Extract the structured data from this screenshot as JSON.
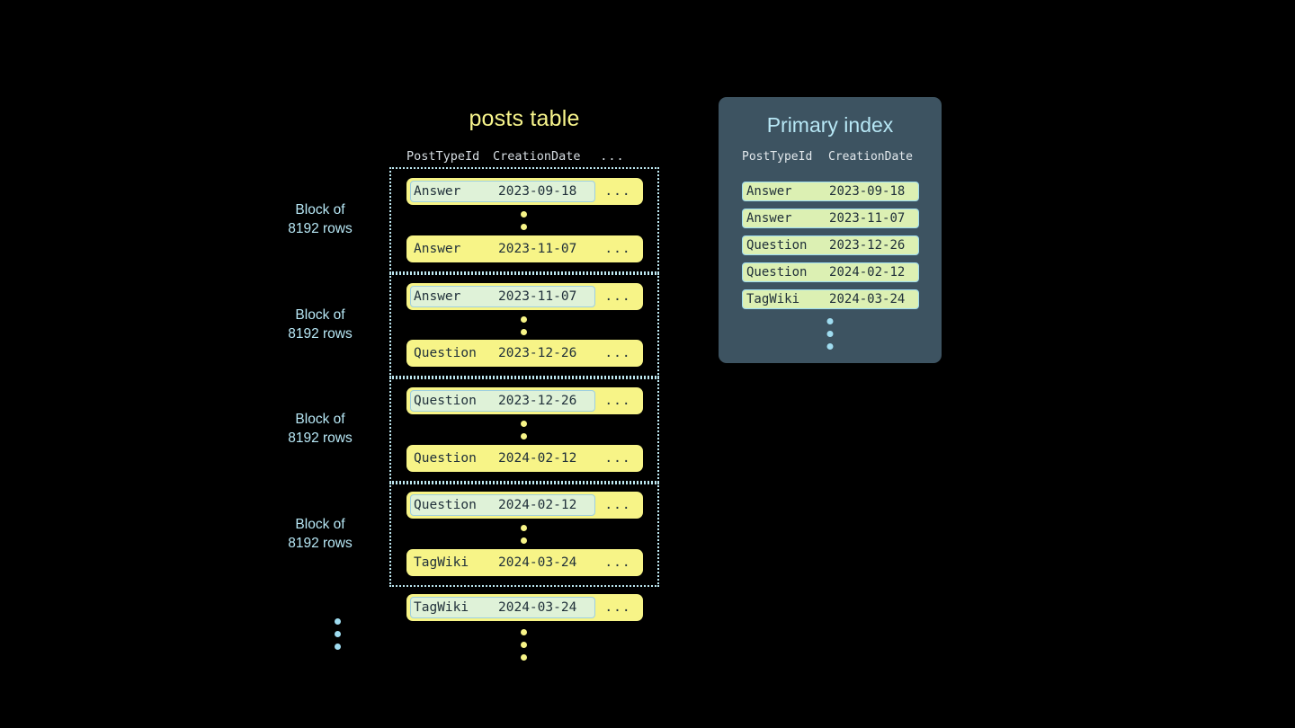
{
  "posts_table": {
    "title": "posts table",
    "columns": [
      "PostTypeId",
      "CreationDate",
      "..."
    ],
    "more_glyph": "...",
    "blocks": [
      {
        "label_line1": "Block of",
        "label_line2": "8192 rows",
        "first_row": {
          "post_type_id": "Answer",
          "creation_date": "2023-09-18",
          "more": "...",
          "highlighted": true
        },
        "last_row": {
          "post_type_id": "Answer",
          "creation_date": "2023-11-07",
          "more": "...",
          "highlighted": false
        }
      },
      {
        "label_line1": "Block of",
        "label_line2": "8192 rows",
        "first_row": {
          "post_type_id": "Answer",
          "creation_date": "2023-11-07",
          "more": "...",
          "highlighted": true
        },
        "last_row": {
          "post_type_id": "Question",
          "creation_date": "2023-12-26",
          "more": "...",
          "highlighted": false
        }
      },
      {
        "label_line1": "Block of",
        "label_line2": "8192 rows",
        "first_row": {
          "post_type_id": "Question",
          "creation_date": "2023-12-26",
          "more": "...",
          "highlighted": true
        },
        "last_row": {
          "post_type_id": "Question",
          "creation_date": "2024-02-12",
          "more": "...",
          "highlighted": false
        }
      },
      {
        "label_line1": "Block of",
        "label_line2": "8192 rows",
        "first_row": {
          "post_type_id": "Question",
          "creation_date": "2024-02-12",
          "more": "...",
          "highlighted": true
        },
        "last_row": {
          "post_type_id": "TagWiki",
          "creation_date": "2024-03-24",
          "more": "...",
          "highlighted": false
        }
      }
    ],
    "trailing_row": {
      "post_type_id": "TagWiki",
      "creation_date": "2024-03-24",
      "more": "...",
      "highlighted": true
    }
  },
  "primary_index": {
    "title": "Primary index",
    "columns": [
      "PostTypeId",
      "CreationDate"
    ],
    "rows": [
      {
        "post_type_id": "Answer",
        "creation_date": "2023-09-18"
      },
      {
        "post_type_id": "Answer",
        "creation_date": "2023-11-07"
      },
      {
        "post_type_id": "Question",
        "creation_date": "2023-12-26"
      },
      {
        "post_type_id": "Question",
        "creation_date": "2024-02-12"
      },
      {
        "post_type_id": "TagWiki",
        "creation_date": "2024-03-24"
      }
    ]
  },
  "colors": {
    "background": "#000000",
    "row_yellow": "#f7f487",
    "highlight_green": "#dff2d8",
    "index_row_green": "#dcf0b3",
    "accent_cyan": "#b7e7f5",
    "panel_slate": "#3d5361",
    "title_yellow": "#f7f48b",
    "text_dark": "#20303a"
  }
}
